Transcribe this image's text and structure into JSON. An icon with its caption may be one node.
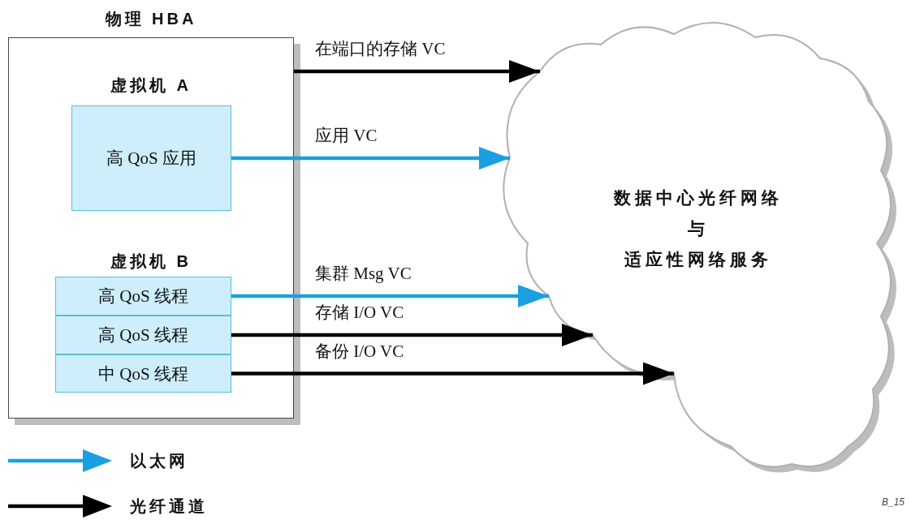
{
  "diagram": {
    "nodes": [
      {
        "text": [
          "物理 HBA",
          "虚拟机 A",
          "虚拟机 B"
        ]
      },
      {
        "text": [
          "高 QoS 应用"
        ],
        "in": 0
      },
      {
        "text": [
          "高 QoS 线程"
        ],
        "in": 0
      },
      {
        "text": [
          "高 QoS 线程"
        ],
        "in": 0
      },
      {
        "text": [
          "中 QoS 线程"
        ],
        "in": 0
      },
      {
        "text": [
          "数据中心光纤网络",
          "与",
          "适应性网络服务"
        ]
      }
    ],
    "edges": [
      {
        "from": 0,
        "to": 5,
        "arrow": "to",
        "label": "在端口的存储 VC"
      },
      {
        "from": 1,
        "to": 5,
        "arrow": "to",
        "label": "应用 VC",
        "color": "#1a9fe0"
      },
      {
        "from": 2,
        "to": 5,
        "arrow": "to",
        "label": "集群 Msg VC",
        "color": "#1a9fe0"
      },
      {
        "from": 3,
        "to": 5,
        "arrow": "to",
        "label": "存储 I/O VC"
      },
      {
        "from": 4,
        "to": 5,
        "arrow": "to",
        "label": "备份 I/O VC"
      }
    ],
    "labels": [
      "B_15"
    ],
    "legend": [
      {
        "text": "以太网"
      },
      {
        "text": "光纤通道"
      }
    ]
  }
}
